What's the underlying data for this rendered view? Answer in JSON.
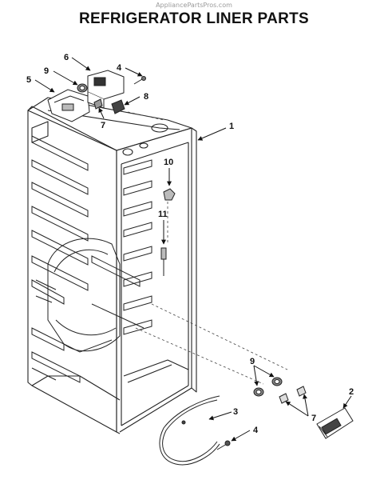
{
  "header": {
    "watermark": "AppliancePartsPros.com",
    "title": "REFRIGERATOR LINER PARTS"
  },
  "callouts": {
    "c1": "1",
    "c2": "2",
    "c3": "3",
    "c4_top": "4",
    "c4_bottom": "4",
    "c5": "5",
    "c6": "6",
    "c7_top": "7",
    "c7_bottom": "7",
    "c8": "8",
    "c9_top": "9",
    "c9_bottom": "9",
    "c10": "10",
    "c11": "11"
  },
  "colors": {
    "ink": "#111111",
    "background": "#ffffff"
  }
}
